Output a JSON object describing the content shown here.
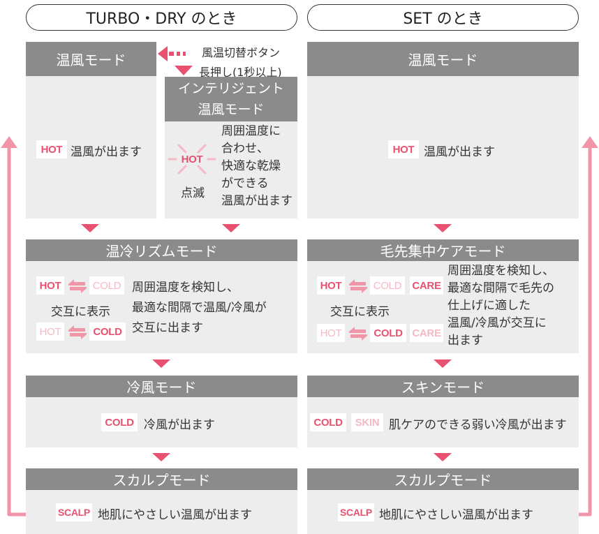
{
  "left_title": "TURBO・DRY のとき",
  "right_title": "SET のとき",
  "colors": {
    "accent": "#e8516f",
    "accent_light": "#f5b8c5",
    "header": "#8c8b8c",
    "panel": "#ededed"
  },
  "left": {
    "warm_mode": {
      "title": "温風モード",
      "badge": "HOT",
      "text": "温風が出ます"
    },
    "switch_note": [
      "風温切替ボタン",
      "長押し(1秒以上)"
    ],
    "intelligent": {
      "title_lines": [
        "インテリジェント",
        "温風モード"
      ],
      "badge": "HOT",
      "blink_label": "点滅",
      "lines": [
        "周囲温度に",
        "合わせ、",
        "快適な乾燥",
        "ができる",
        "温風が出ます"
      ]
    },
    "rhythm_mode": {
      "title": "温冷リズムモード",
      "badges_row1": [
        "HOT",
        "COLD"
      ],
      "alt_label": "交互に表示",
      "badges_row2": [
        "HOT",
        "COLD"
      ],
      "lines": [
        "周囲温度を検知し、",
        "最適な間隔で温風/冷風が",
        "交互に出ます"
      ]
    },
    "cold_mode": {
      "title": "冷風モード",
      "badge": "COLD",
      "text": "冷風が出ます"
    },
    "scalp_mode": {
      "title": "スカルプモード",
      "badge": "SCALP",
      "text": "地肌にやさしい温風が出ます"
    }
  },
  "right": {
    "warm_mode": {
      "title": "温風モード",
      "badge": "HOT",
      "text": "温風が出ます"
    },
    "tip_mode": {
      "title": "毛先集中ケアモード",
      "badges_row1": [
        "HOT",
        "COLD",
        "CARE"
      ],
      "alt_label": "交互に表示",
      "badges_row2": [
        "HOT",
        "COLD",
        "CARE"
      ],
      "lines": [
        "周囲温度を検知し、",
        "最適な間隔で毛先の",
        "仕上げに適した",
        "温風/冷風が交互に",
        "出ます"
      ]
    },
    "skin_mode": {
      "title": "スキンモード",
      "badges": [
        "COLD",
        "SKIN"
      ],
      "text": "肌ケアのできる弱い冷風が出ます"
    },
    "scalp_mode": {
      "title": "スカルプモード",
      "badge": "SCALP",
      "text": "地肌にやさしい温風が出ます"
    }
  }
}
